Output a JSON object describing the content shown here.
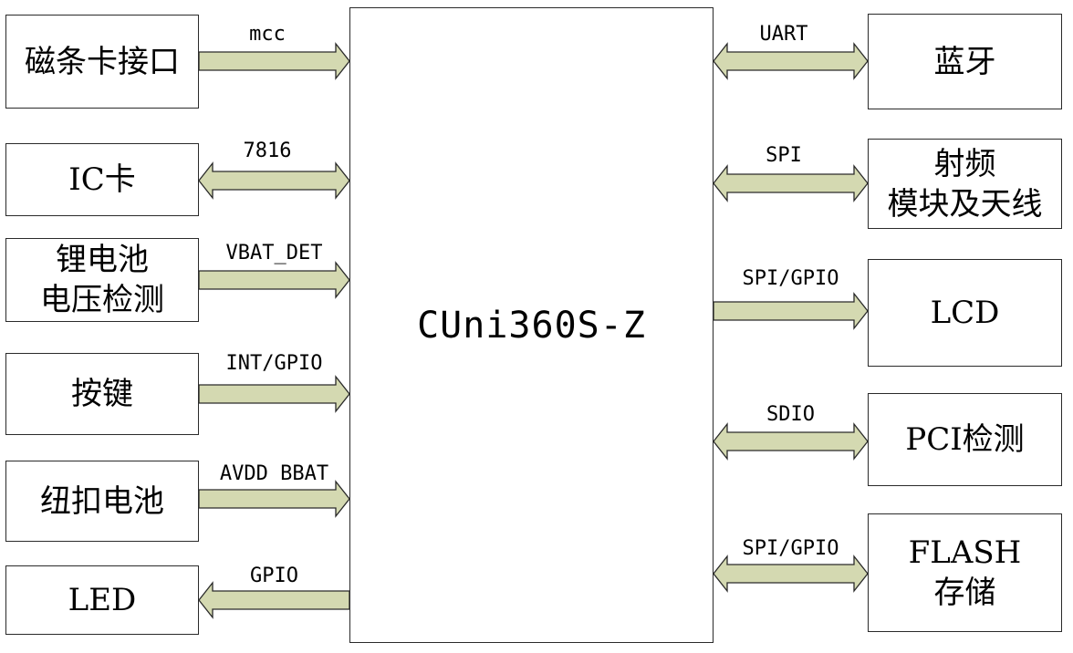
{
  "diagram": {
    "core": "CUni360S-Z",
    "left_blocks": [
      {
        "lines": [
          "磁条卡接口"
        ],
        "signal": "mcc",
        "direction": "to-core"
      },
      {
        "lines": [
          "IC卡"
        ],
        "signal": "7816",
        "direction": "bidirectional"
      },
      {
        "lines": [
          "锂电池",
          "电压检测"
        ],
        "signal": "VBAT_DET",
        "direction": "to-core"
      },
      {
        "lines": [
          "按键"
        ],
        "signal": "INT/GPIO",
        "direction": "to-core"
      },
      {
        "lines": [
          "纽扣电池"
        ],
        "signal": "AVDD BBAT",
        "direction": "to-core"
      },
      {
        "lines": [
          "LED"
        ],
        "signal": "GPIO",
        "direction": "from-core"
      }
    ],
    "right_blocks": [
      {
        "lines": [
          "蓝牙"
        ],
        "signal": "UART",
        "direction": "bidirectional"
      },
      {
        "lines": [
          "射频",
          "模块及天线"
        ],
        "signal": "SPI",
        "direction": "bidirectional"
      },
      {
        "lines": [
          "LCD"
        ],
        "signal": "SPI/GPIO",
        "direction": "from-core"
      },
      {
        "lines": [
          "PCI检测"
        ],
        "signal": "SDIO",
        "direction": "bidirectional"
      },
      {
        "lines": [
          "FLASH",
          "存储"
        ],
        "signal": "SPI/GPIO",
        "direction": "bidirectional"
      }
    ],
    "colors": {
      "arrow_fill": "#d4d9b1",
      "border": "#2a2a2a"
    }
  }
}
